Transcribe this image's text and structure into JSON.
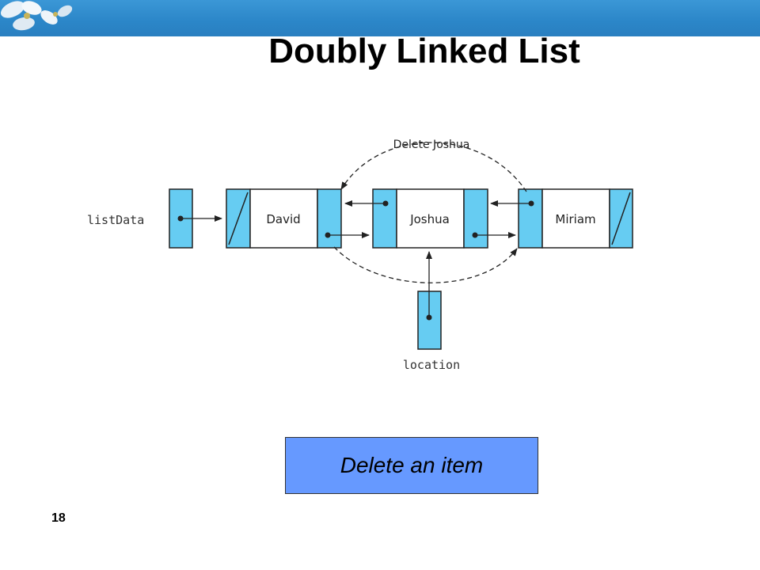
{
  "slide": {
    "title": "Doubly Linked List",
    "page_number": "18"
  },
  "diagram": {
    "list_pointer_label": "listData",
    "location_label": "location",
    "annotation": "Delete Joshua",
    "nodes": [
      "David",
      "Joshua",
      "Miriam"
    ]
  },
  "caption": "Delete an item",
  "colors": {
    "header_bar": "#2b86c8",
    "cell_fill": "#66ccf2",
    "caption_fill": "#6699ff"
  }
}
